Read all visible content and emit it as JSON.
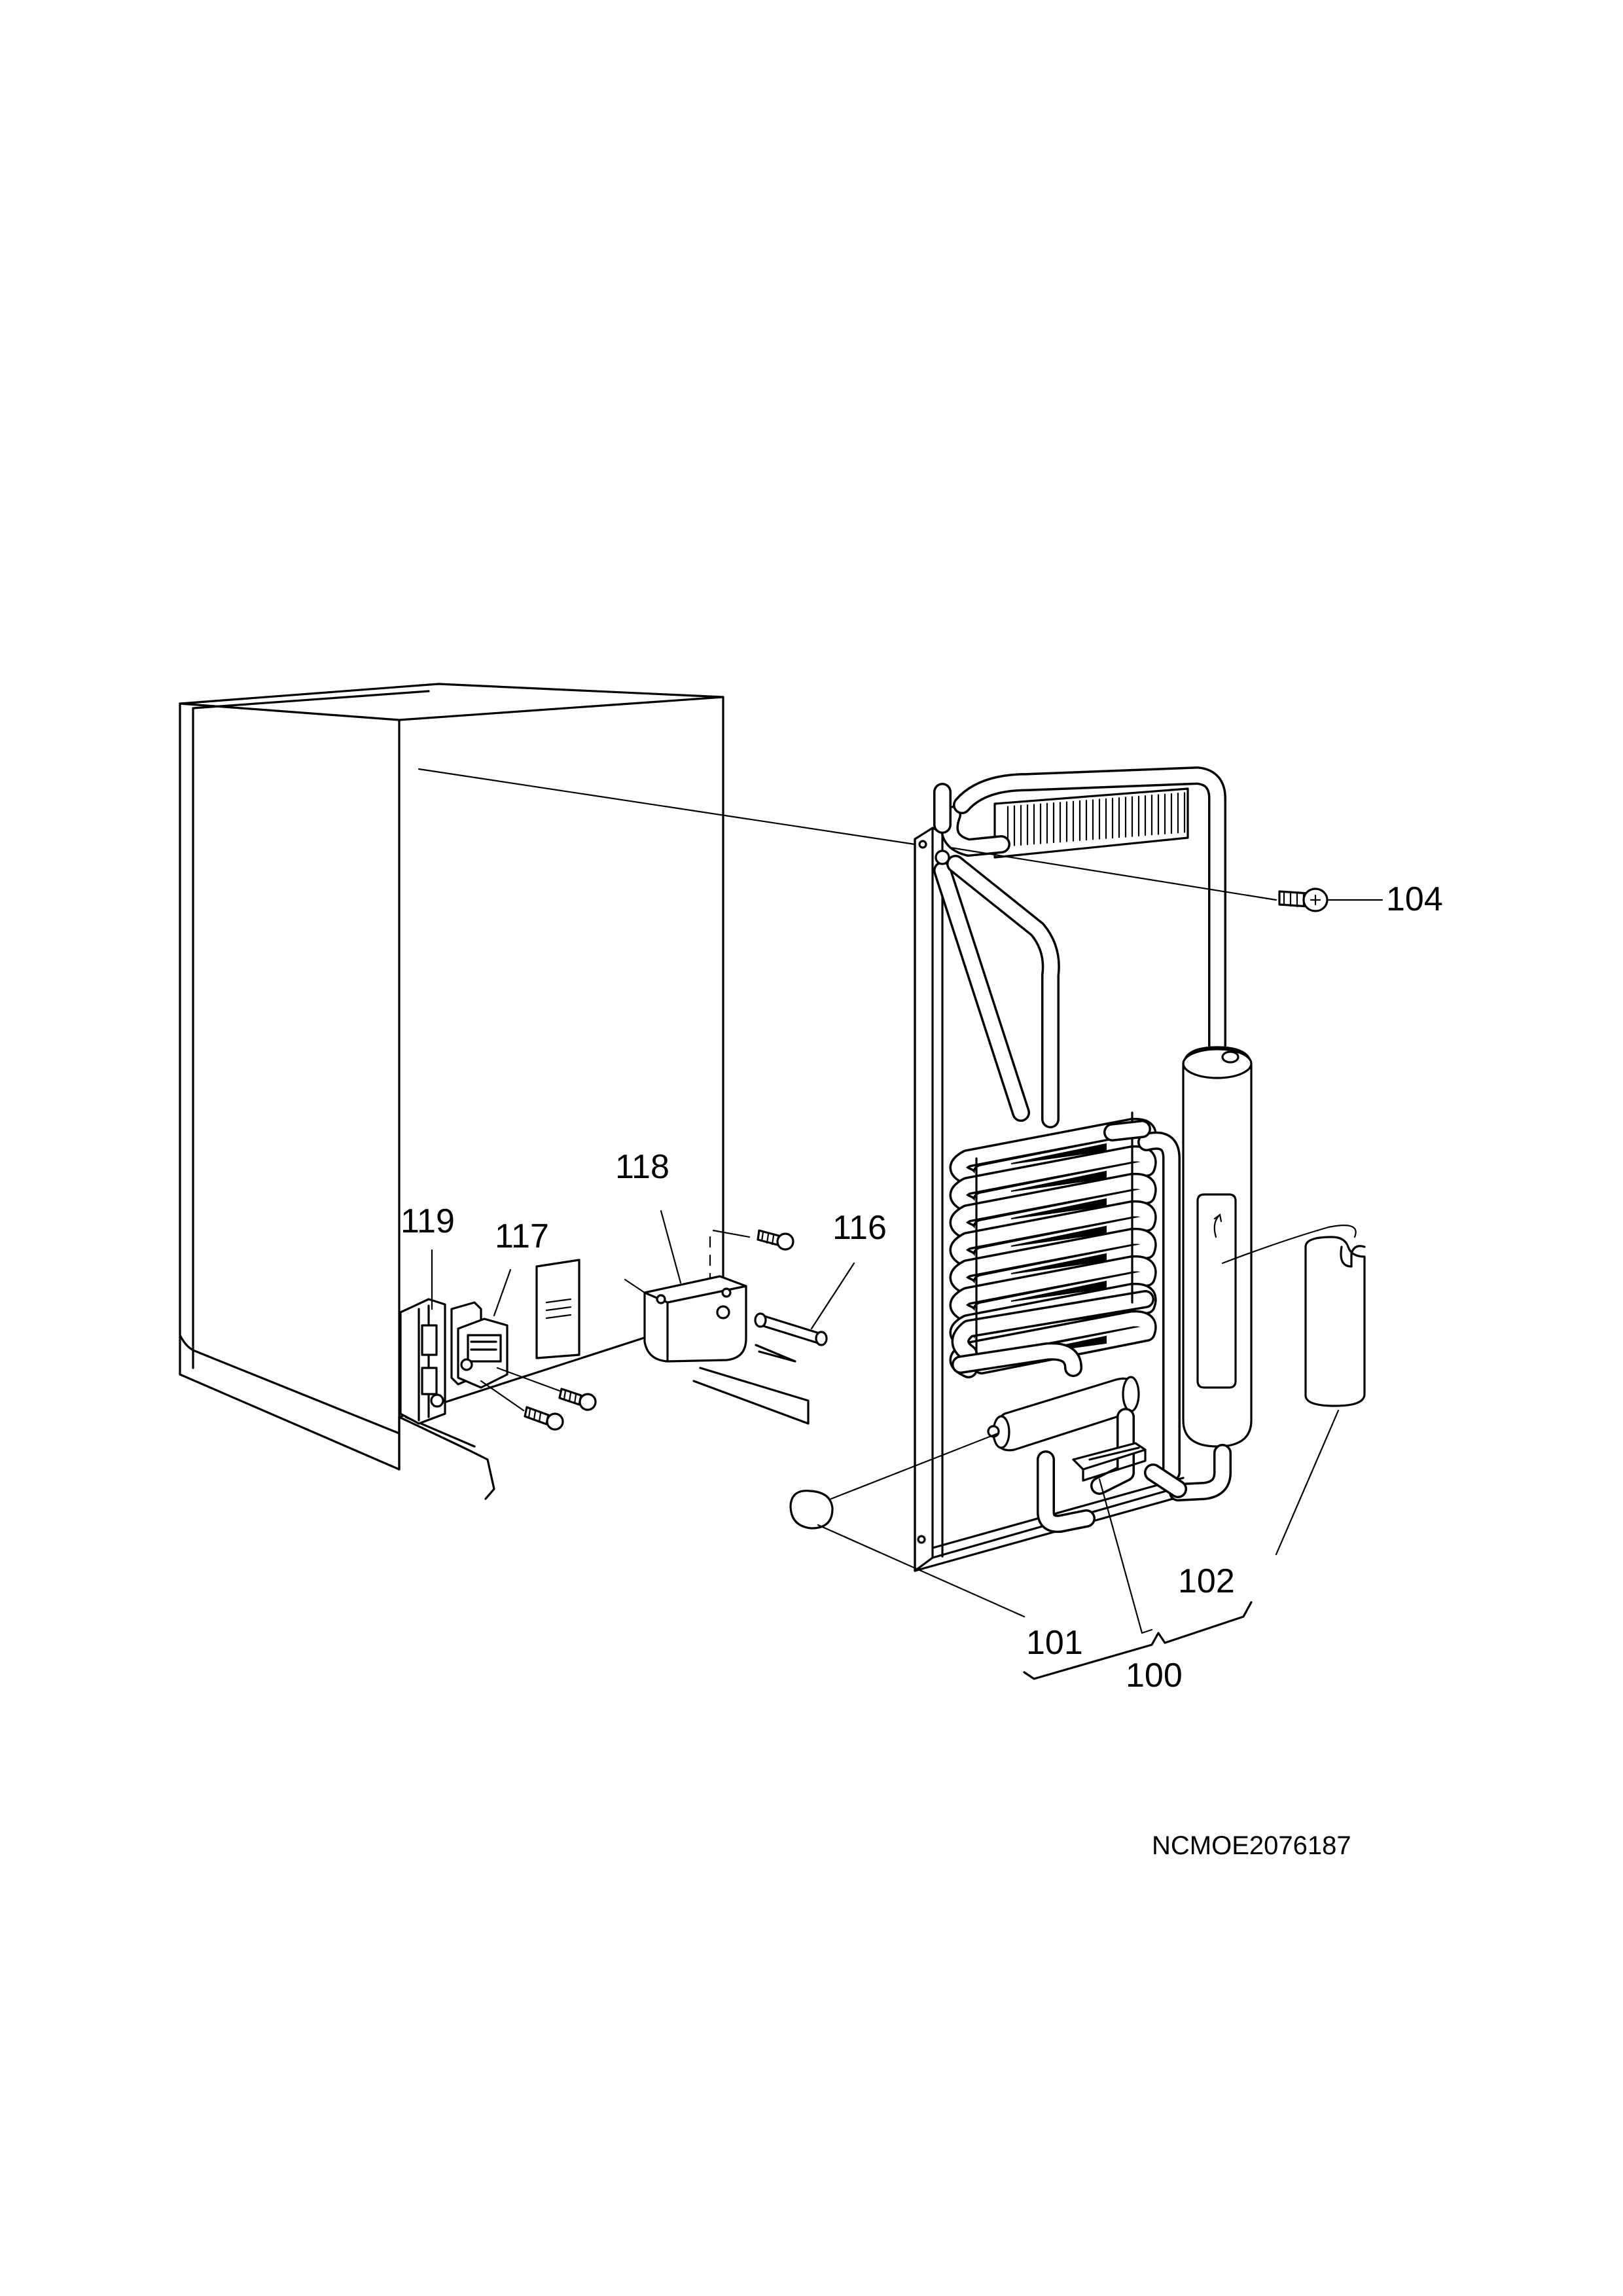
{
  "callouts": {
    "c100": "100",
    "c101": "101",
    "c102": "102",
    "c104": "104",
    "c116": "116",
    "c117": "117",
    "c118": "118",
    "c119": "119"
  },
  "drawing_ref": "NCMOE2076187"
}
